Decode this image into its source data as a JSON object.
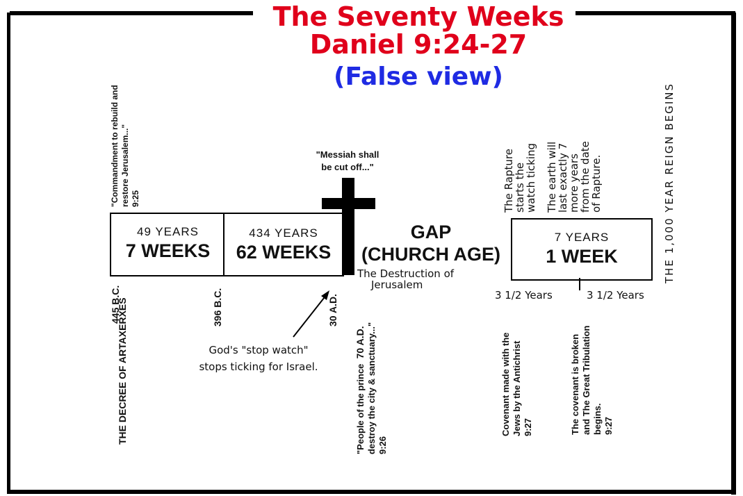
{
  "title": {
    "line1": "The Seventy Weeks",
    "line2": "Daniel 9:24-27",
    "line3": "(False view)"
  },
  "segments": {
    "seg1_years": "49 YEARS",
    "seg1_weeks": "7 WEEKS",
    "seg2_years": "434 YEARS",
    "seg2_weeks": "62 WEEKS",
    "gap_line1": "GAP",
    "gap_line2": "(CHURCH AGE)",
    "seg3_years": "7 YEARS",
    "seg3_weeks": "1 WEEK"
  },
  "dates": {
    "d1": "445 B.C.",
    "d2": "396 B.C.",
    "d3": "30 A.D.",
    "d4": "70 A.D."
  },
  "labels": {
    "decree": "THE DECREE OF ARTAXERXES",
    "commandment_1": "\"Commandment to rebuild and",
    "commandment_2": "restore Jerusalem...\"",
    "commandment_3": "9:25",
    "messiah_1": "\"Messiah shall",
    "messiah_2": "be cut off...\"",
    "destruction_1": "The Destruction of",
    "destruction_2": "Jerusalem",
    "stopwatch_1": "God's \"stop watch\"",
    "stopwatch_2": "stops ticking for Israel.",
    "people_1": "\"People of the prince",
    "people_2": "destroy the city & sanctuary...\"",
    "people_3": "9:26",
    "rapture_1": "The Rapture",
    "rapture_2": "starts the",
    "rapture_3": "watch ticking",
    "earth_1": "The earth will",
    "earth_2": "last exactly 7",
    "earth_3": "more years",
    "earth_4": "from the date",
    "earth_5": "of Rapture.",
    "reign": "THE 1,000 YEAR REIGN BEGINS",
    "half1": "3 1/2 Years",
    "half2": "3 1/2 Years",
    "covenant_1": "Covenant made with the",
    "covenant_2": "Jews by the Antichrist",
    "covenant_3": "9:27",
    "broken_1": "The covenant is broken",
    "broken_2": "and The Great Tribulation",
    "broken_3": "begins.",
    "broken_4": "9:27"
  }
}
